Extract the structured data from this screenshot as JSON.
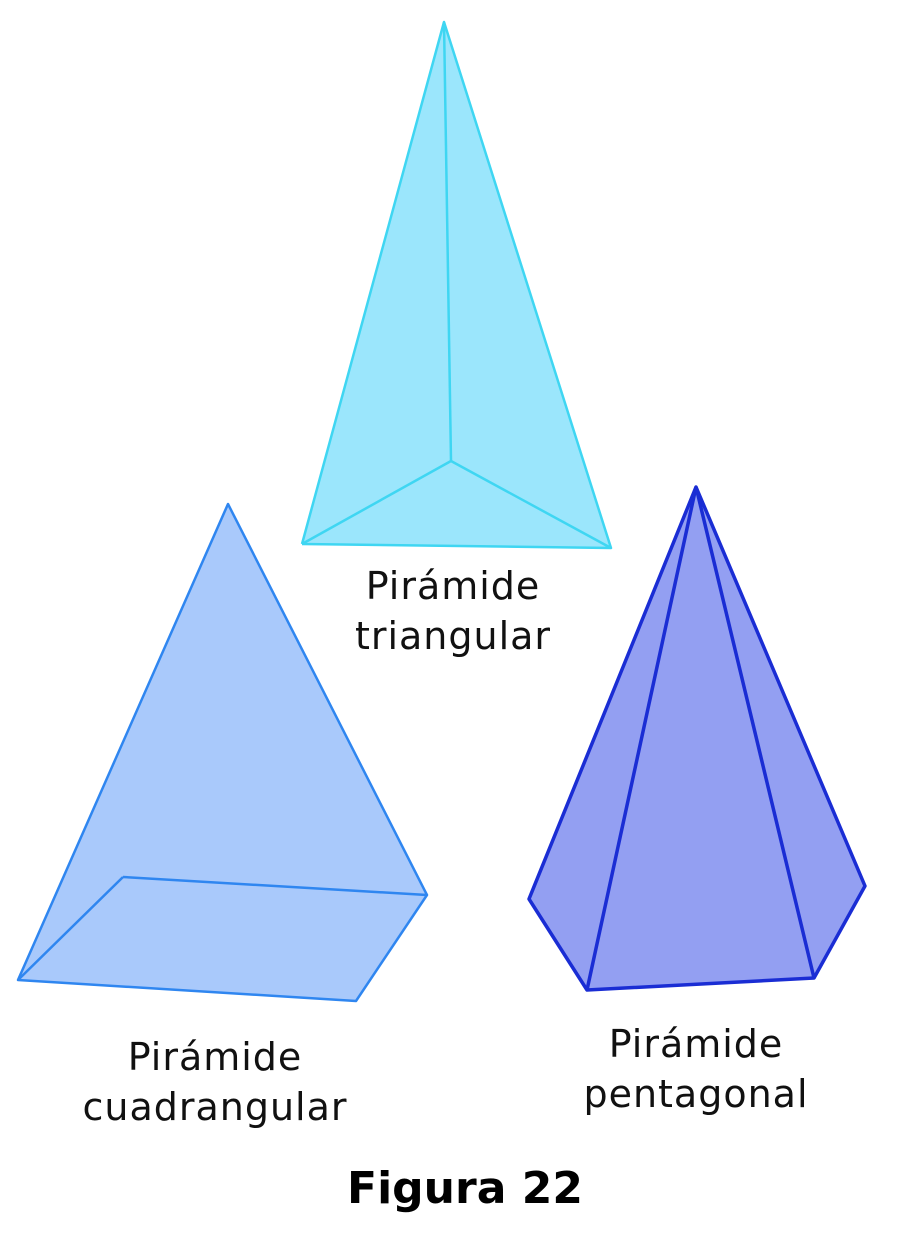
{
  "pyramids": {
    "triangular": {
      "line1": "Pirámide",
      "line2": "triangular",
      "fill": "#9be6fc",
      "stroke": "#3fd6f2"
    },
    "cuadrangular": {
      "line1": "Pirámide",
      "line2": "cuadrangular",
      "fill": "#a9c9fb",
      "stroke": "#2f86f0"
    },
    "pentagonal": {
      "line1": "Pirámide",
      "line2": "pentagonal",
      "fill": "#939ff2",
      "stroke": "#1a2dd4"
    }
  },
  "caption": "Figura 22"
}
